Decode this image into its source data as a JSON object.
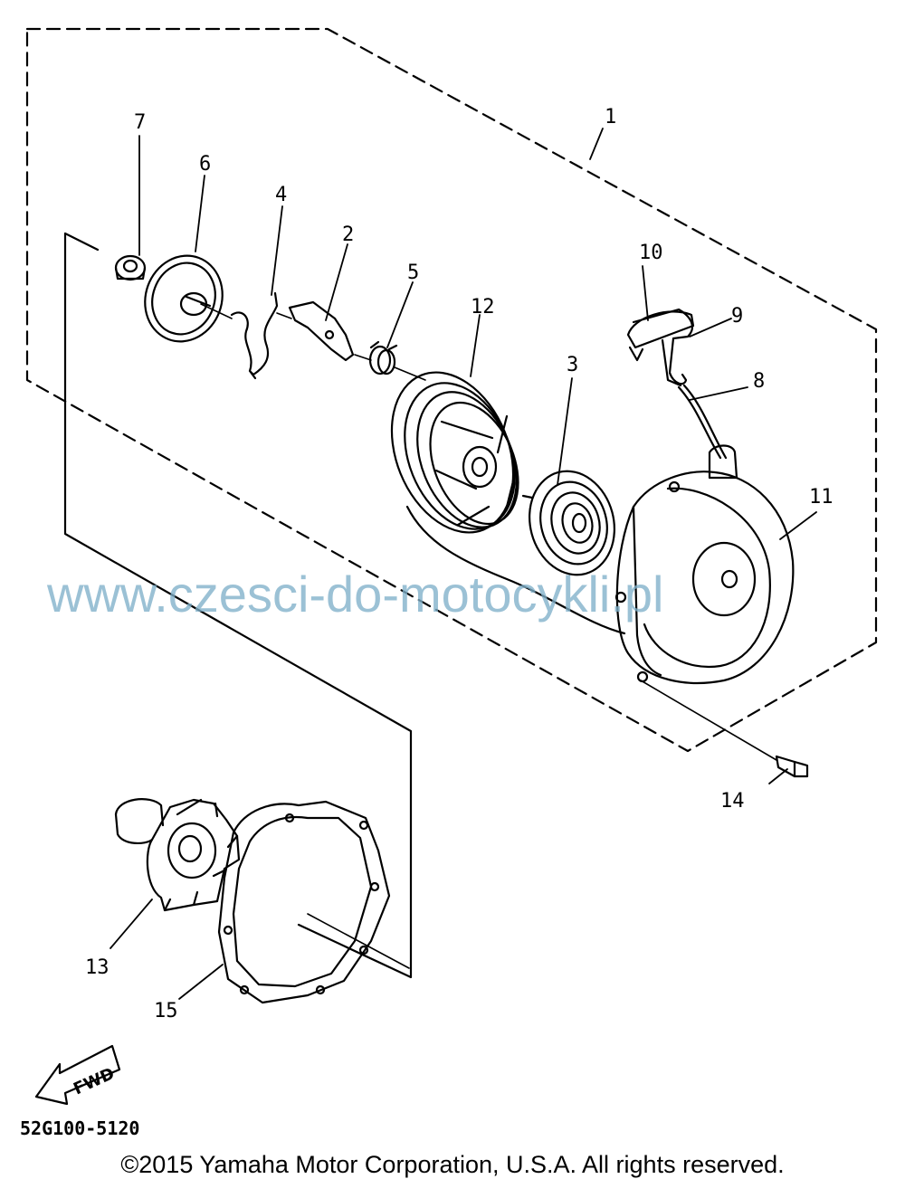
{
  "callouts": {
    "c1": "1",
    "c2": "2",
    "c3": "3",
    "c4": "4",
    "c5": "5",
    "c6": "6",
    "c7": "7",
    "c8": "8",
    "c9": "9",
    "c10": "10",
    "c11": "11",
    "c12": "12",
    "c13": "13",
    "c14": "14",
    "c15": "15"
  },
  "direction_arrow": "FWD",
  "drawing_code": "52G100-5120",
  "watermark": "www.czesci-do-motocykli.pl",
  "copyright": "©2015 Yamaha Motor Corporation, U.S.A. All rights reserved.",
  "colors": {
    "line": "#000000",
    "watermark": "#7fb0c9",
    "background": "#ffffff"
  }
}
